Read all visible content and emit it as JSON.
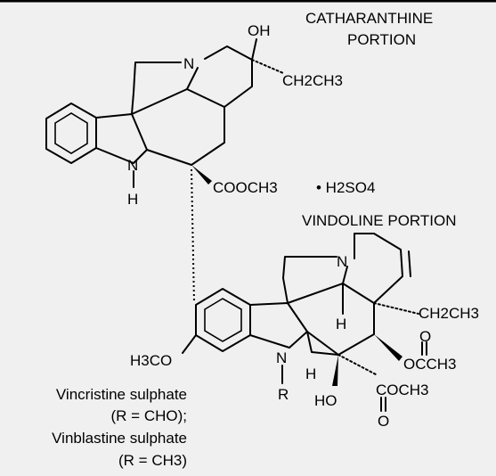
{
  "portions": {
    "catharanthine": [
      "CATHARANTHINE",
      "PORTION"
    ],
    "vindoline": "VINDOLINE PORTION"
  },
  "upper_labels": {
    "oh": "OH",
    "n": "N",
    "ethyl": "CH2CH3",
    "nh_n": "N",
    "nh_h": "H",
    "ester": "COOCH3",
    "salt": "• H2SO4"
  },
  "lower_labels": {
    "n_ring": "N",
    "h_center": "H",
    "ethyl": "CH2CH3",
    "carbonyl_o": "O",
    "acetoxy": "OCCH3",
    "methoxy": "H3CO",
    "n_r": "N",
    "r": "R",
    "h_low": "H",
    "ho": "HO",
    "ester": "COCH3",
    "ester_o": "O"
  },
  "captions": [
    "Vincristine sulphate",
    "(R = CHO);",
    "Vinblastine sulphate",
    "(R = CH3)"
  ],
  "colors": {
    "background": "#f0f0f0",
    "ink": "#000000"
  }
}
